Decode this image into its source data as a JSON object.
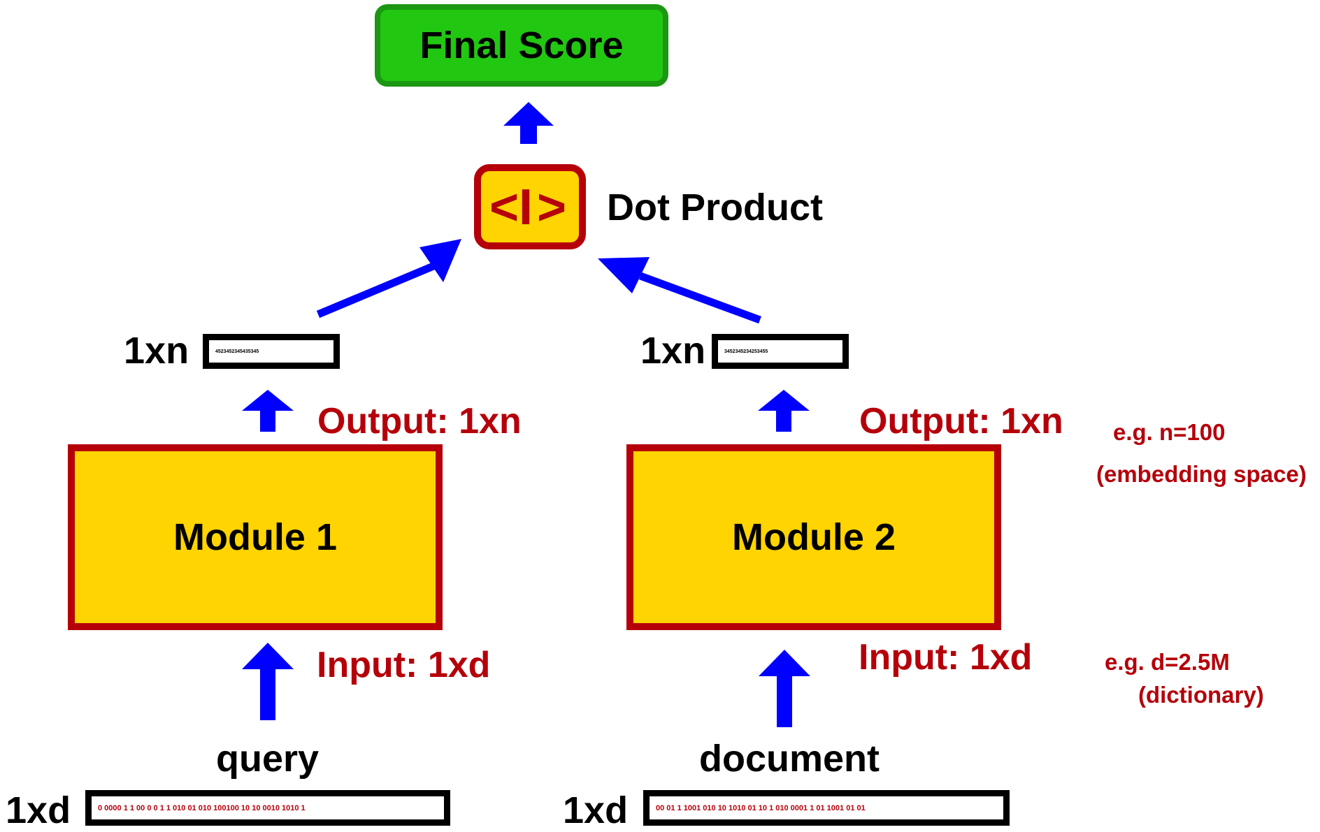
{
  "final_score": "Final Score",
  "dot_product": {
    "symbol_left": "<",
    "symbol_mid": "I",
    "symbol_right": ">",
    "label": "Dot Product"
  },
  "left": {
    "embedding_label": "1xn",
    "embedding_value": "4523452345435345",
    "output_label": "Output: 1xn",
    "module": "Module 1",
    "input_label": "Input: 1xd",
    "source": "query",
    "input_vector_label": "1xd",
    "input_vector_value": "0 0000 1 1 00 0 0 1 1 010 01 010 100100 10 10 0010 1010 1"
  },
  "right": {
    "embedding_label": "1xn",
    "embedding_value": "3452345234253455",
    "output_label": "Output: 1xn",
    "module": "Module 2",
    "input_label": "Input: 1xd",
    "source": "document",
    "input_vector_label": "1xd",
    "input_vector_value": "00 01 1 1001 010 10 1010  01 10 1 010 0001 1 01 1001 01 01"
  },
  "notes": {
    "n_example": "e.g. n=100",
    "n_desc": "(embedding space)",
    "d_example": "e.g. d=2.5M",
    "d_desc": "(dictionary)"
  },
  "colors": {
    "arrow": "#0000ff",
    "module_fill": "#ffd400",
    "module_border": "#b5000a",
    "final_fill": "#22c712",
    "final_border": "#1b9711",
    "annotation_text": "#b5000a"
  }
}
